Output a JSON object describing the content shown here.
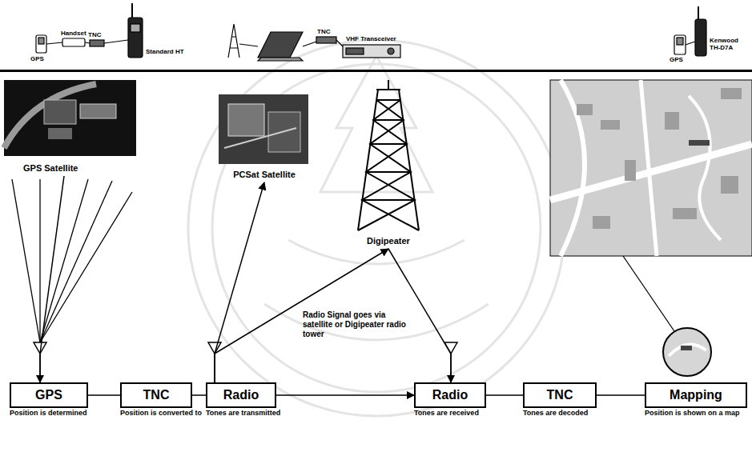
{
  "diagram": {
    "nodes": [
      {
        "text": [
          "GPS Satellite"
        ]
      },
      {
        "text": [
          "PCSat Satellite"
        ]
      },
      {
        "text": [
          "Digipeater"
        ]
      },
      {
        "text": [
          "GPS",
          "Position is determined"
        ]
      },
      {
        "text": [
          "TNC",
          "Position is converted to"
        ]
      },
      {
        "text": [
          "Radio",
          "Tones are transmitted"
        ]
      },
      {
        "text": [
          "Radio",
          "Tones are received"
        ]
      },
      {
        "text": [
          "TNC",
          "Tones are decoded"
        ]
      },
      {
        "text": [
          "Mapping",
          "Position is shown on a map"
        ]
      }
    ],
    "edges": [
      {
        "from": 3,
        "to": 4,
        "arrow": "none"
      },
      {
        "from": 4,
        "to": 5,
        "arrow": "none"
      },
      {
        "from": 6,
        "to": 7,
        "arrow": "none"
      },
      {
        "from": 7,
        "to": 8,
        "arrow": "none"
      },
      {
        "from": 0,
        "to": 3,
        "arrow": "to"
      },
      {
        "from": 5,
        "to": 1,
        "arrow": "to"
      },
      {
        "from": 5,
        "to": 2,
        "arrow": "to"
      },
      {
        "from": 2,
        "to": 6,
        "arrow": "to"
      },
      {
        "from": 5,
        "to": 6,
        "arrow": "to"
      }
    ],
    "labels": [
      "GPS",
      "Handset",
      "TNC",
      "Standard HT",
      "TNC",
      "VHF Transceiver",
      "GPS",
      "Kenwood TH-D7A",
      "Radio Signal goes via satellite or Digipeater radio tower"
    ]
  }
}
